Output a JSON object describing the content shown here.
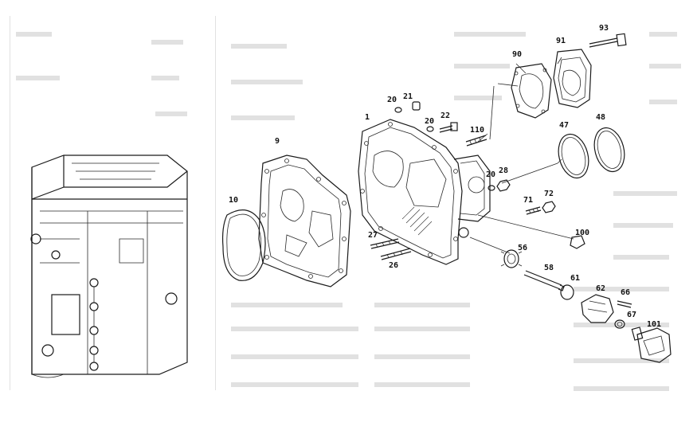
{
  "diagram": {
    "part_numbers": [
      "93",
      "91",
      "90",
      "20",
      "21",
      "1",
      "20",
      "22",
      "110",
      "9",
      "47",
      "48",
      "20",
      "28",
      "10",
      "71",
      "72",
      "100",
      "27",
      "26",
      "56",
      "58",
      "61",
      "62",
      "66",
      "67",
      "101"
    ]
  },
  "colors": {
    "ink": "#1a1a1a",
    "background": "#ffffff",
    "ghost_text": "#c9c9c9"
  }
}
